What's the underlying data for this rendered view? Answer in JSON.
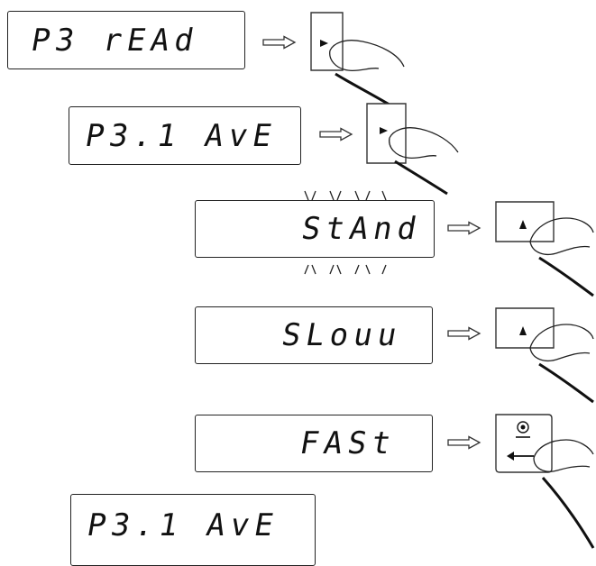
{
  "steps": [
    {
      "display": "P3 rEAd",
      "key": "right-key"
    },
    {
      "display": "P3.1 AvE",
      "key": "right-key"
    },
    {
      "display": "StAnd",
      "key": "up-key",
      "blinking": true
    },
    {
      "display": "SLouu",
      "key": "up-key"
    },
    {
      "display": "FASt",
      "key": "enter-key"
    }
  ],
  "final_display": "P3.1 AvE"
}
